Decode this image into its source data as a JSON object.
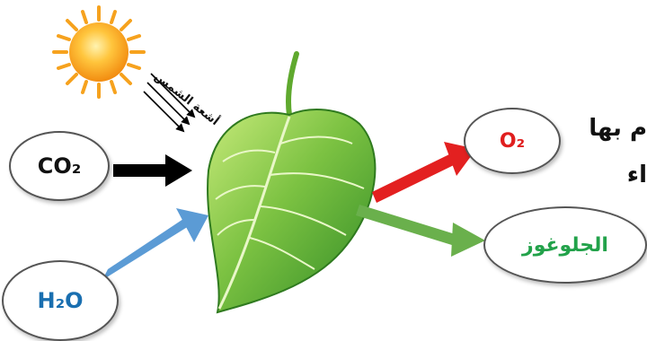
{
  "labels": {
    "sunlight": "أشعة الشمس",
    "co2": "CO₂",
    "h2o": "H₂O",
    "o2": "O₂",
    "glucose": "الجلوغوز",
    "side_line1": "م بها",
    "side_line2": "اء"
  },
  "colors": {
    "co2_arrow": "#000000",
    "h2o_arrow": "#5b9bd5",
    "o2_arrow": "#e32020",
    "glucose_arrow": "#6ab04c",
    "leaf": "#7cc242",
    "sun": "#fbb034"
  }
}
